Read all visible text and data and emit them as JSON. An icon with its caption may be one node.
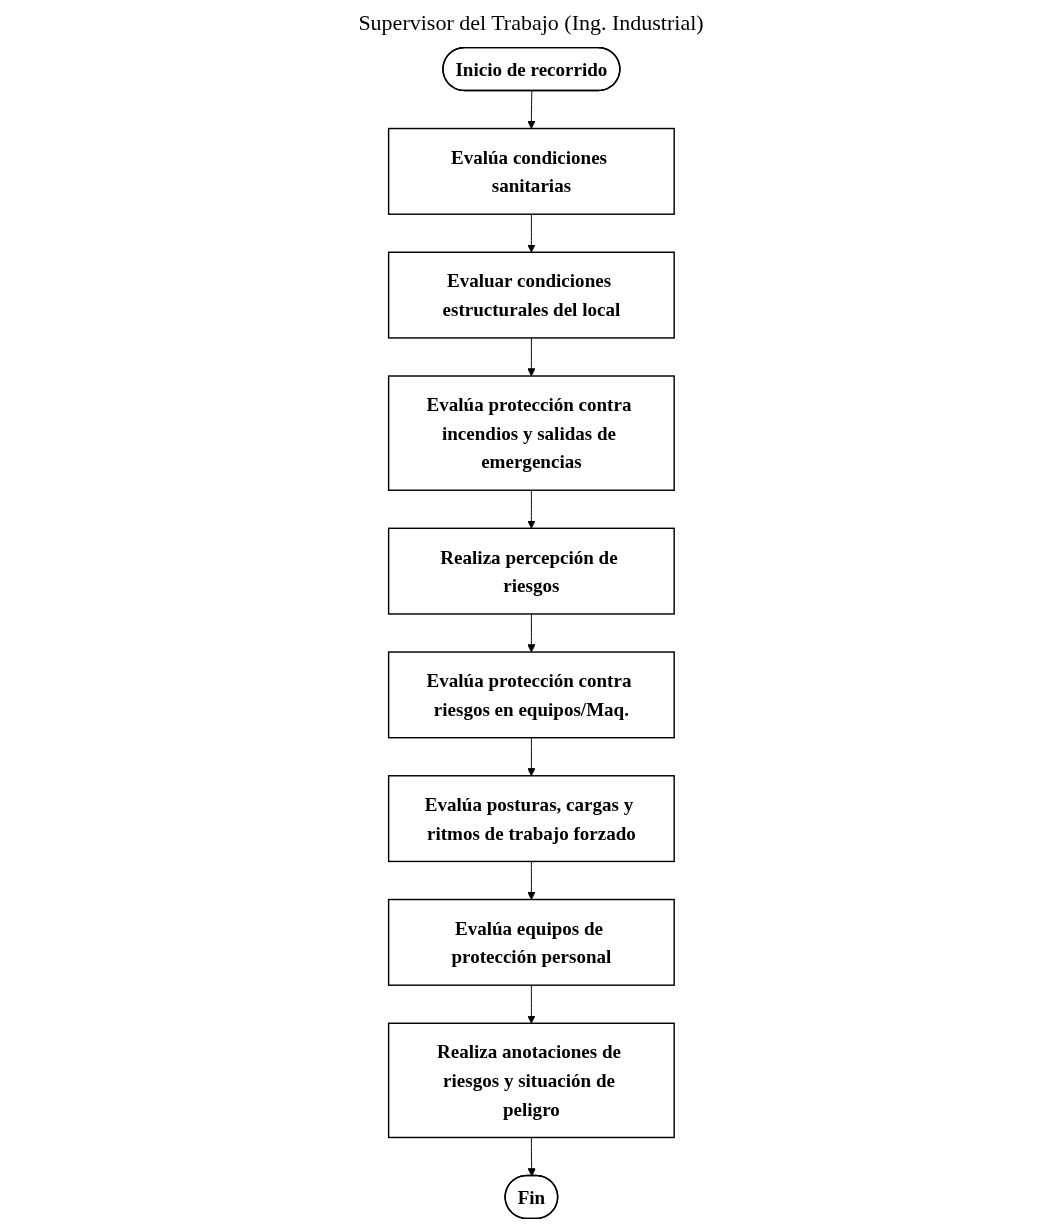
{
  "diagram": {
    "title": "Supervisor del Trabajo (Ing. Industrial)",
    "nodes": [
      {
        "text": [
          "Inicio de recorrido"
        ]
      },
      {
        "text": [
          "Evalúa condiciones sanitarias"
        ]
      },
      {
        "text": [
          "Evaluar condiciones estructurales del local"
        ]
      },
      {
        "text": [
          "Evalúa protección contra incendios y salidas de emergencias"
        ]
      },
      {
        "text": [
          "Realiza percepción de riesgos"
        ]
      },
      {
        "text": [
          "Evalúa protección contra riesgos en equipos/Maq."
        ]
      },
      {
        "text": [
          "Evalúa posturas, cargas y ritmos de trabajo forzado"
        ]
      },
      {
        "text": [
          "Evalúa equipos de protección personal"
        ]
      },
      {
        "text": [
          "Realiza anotaciones de riesgos y situación de peligro"
        ]
      },
      {
        "text": [
          "Fin"
        ]
      }
    ],
    "edges": [
      {
        "from": 0,
        "to": 1,
        "arrow": "to"
      },
      {
        "from": 1,
        "to": 2,
        "arrow": "to"
      },
      {
        "from": 2,
        "to": 3,
        "arrow": "to"
      },
      {
        "from": 3,
        "to": 4,
        "arrow": "to"
      },
      {
        "from": 4,
        "to": 5,
        "arrow": "to"
      },
      {
        "from": 5,
        "to": 6,
        "arrow": "to"
      },
      {
        "from": 6,
        "to": 7,
        "arrow": "to"
      },
      {
        "from": 7,
        "to": 8,
        "arrow": "to"
      },
      {
        "from": 8,
        "to": 9,
        "arrow": "to"
      }
    ]
  }
}
